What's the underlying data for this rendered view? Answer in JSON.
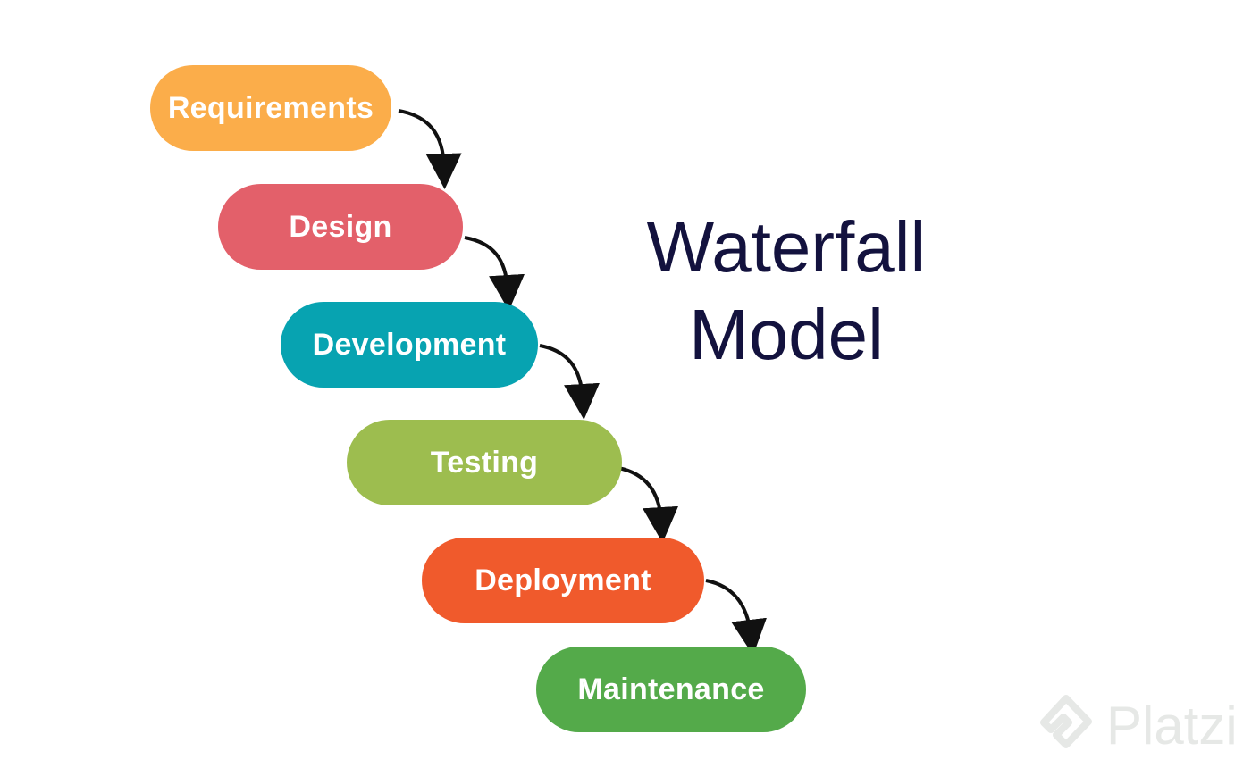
{
  "diagram": {
    "title_lines": [
      "Waterfall",
      "Model"
    ],
    "title_color": "#13123e",
    "stages": [
      {
        "label": "Requirements",
        "color": "#fbad4a"
      },
      {
        "label": "Design",
        "color": "#e3606a"
      },
      {
        "label": "Development",
        "color": "#07a3b1"
      },
      {
        "label": "Testing",
        "color": "#9dbd4f"
      },
      {
        "label": "Deployment",
        "color": "#f05a2c"
      },
      {
        "label": "Maintenance",
        "color": "#54aa4a"
      }
    ],
    "arrow_color": "#111111",
    "arrow_icon": "curved-arrow-icon"
  },
  "watermark": {
    "text": "Platzi",
    "icon": "platzi-logo-icon",
    "color": "#e6e8e6"
  }
}
